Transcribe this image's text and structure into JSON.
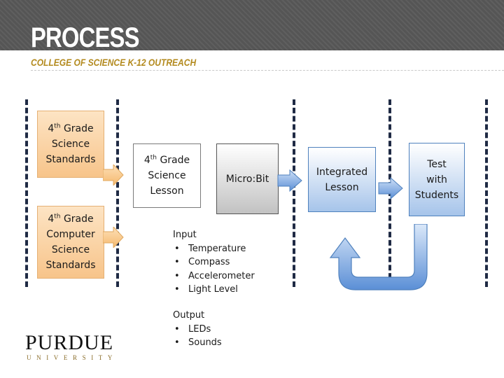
{
  "header": {
    "title": "PROCESS",
    "subtitle": "COLLEGE OF SCIENCE K-12  OUTREACH"
  },
  "boxes": {
    "science_standards": {
      "grade": "4",
      "sup": "th",
      "rest": " Grade",
      "line2": "Science",
      "line3": "Standards"
    },
    "cs_standards": {
      "grade": "4",
      "sup": "th",
      "rest": " Grade",
      "line2": "Computer",
      "line3": "Science",
      "line4": "Standards"
    },
    "science_lesson": {
      "grade": "4",
      "sup": "th",
      "rest": " Grade",
      "line2": "Science",
      "line3": "Lesson"
    },
    "microbit": {
      "label": "Micro:Bit"
    },
    "integrated": {
      "line1": "Integrated",
      "line2": "Lesson"
    },
    "test": {
      "line1": "Test",
      "line2": "with",
      "line3": "Students"
    }
  },
  "input_list": {
    "heading": "Input",
    "items": [
      "Temperature",
      "Compass",
      "Accelerometer",
      "Light Level"
    ]
  },
  "output_list": {
    "heading": "Output",
    "items": [
      "LEDs",
      "Sounds"
    ]
  },
  "logo": {
    "name": "PURDUE",
    "sub": "UNIVERSITY"
  },
  "colors": {
    "header_bg": "#555555",
    "subtitle": "#b38a1e",
    "divider": "#1f2a44",
    "arrow_blue": "#5b8fd6",
    "standards_orange": "#f7c48a"
  }
}
